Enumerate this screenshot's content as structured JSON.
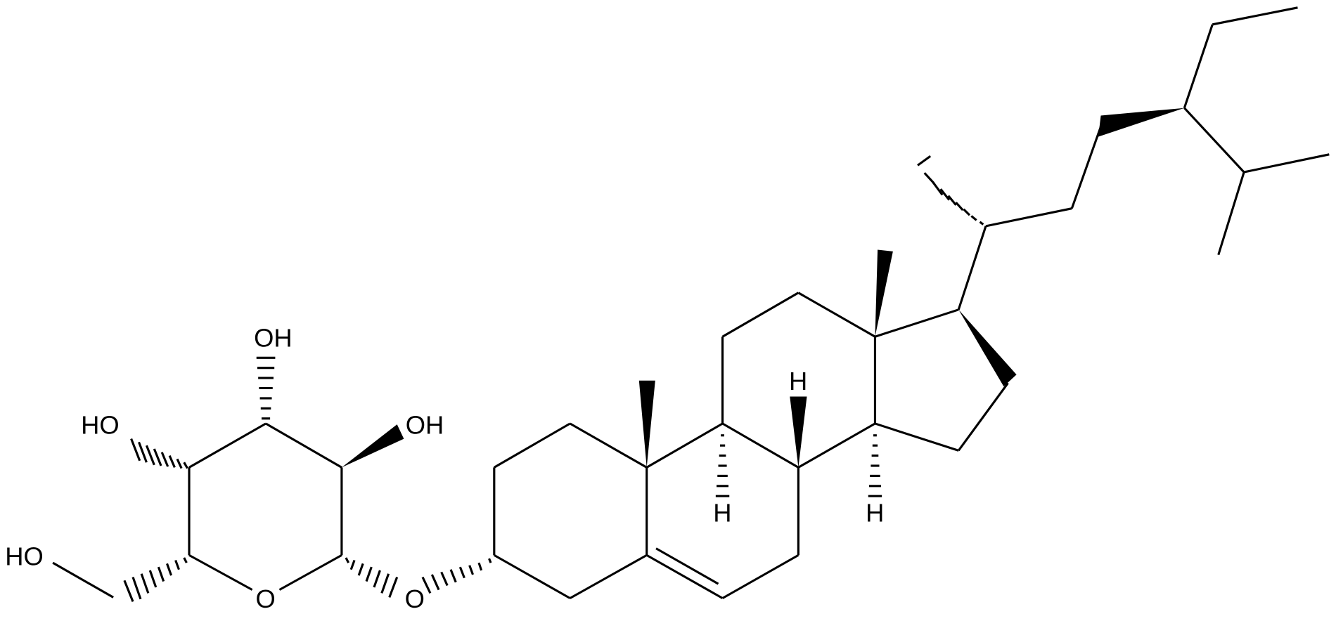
{
  "diagram": {
    "type": "skeletal-chemical-structure",
    "description": "Sterol glycoside (beta-sitosterol-type steroid linked via O to a hexopyranose sugar)",
    "colors": {
      "background": "#ffffff",
      "bonds": "#000000",
      "labels": "#000000"
    },
    "labels": {
      "sugar_oh_top": "OH",
      "sugar_ho_left": "HO",
      "sugar_oh_right": "OH",
      "sugar_ho_ch2": "HO",
      "ring_oxygen": "O",
      "glycosidic_oxygen": "O",
      "h_c9": "H",
      "h_c8": "H",
      "h_c14": "H"
    }
  }
}
